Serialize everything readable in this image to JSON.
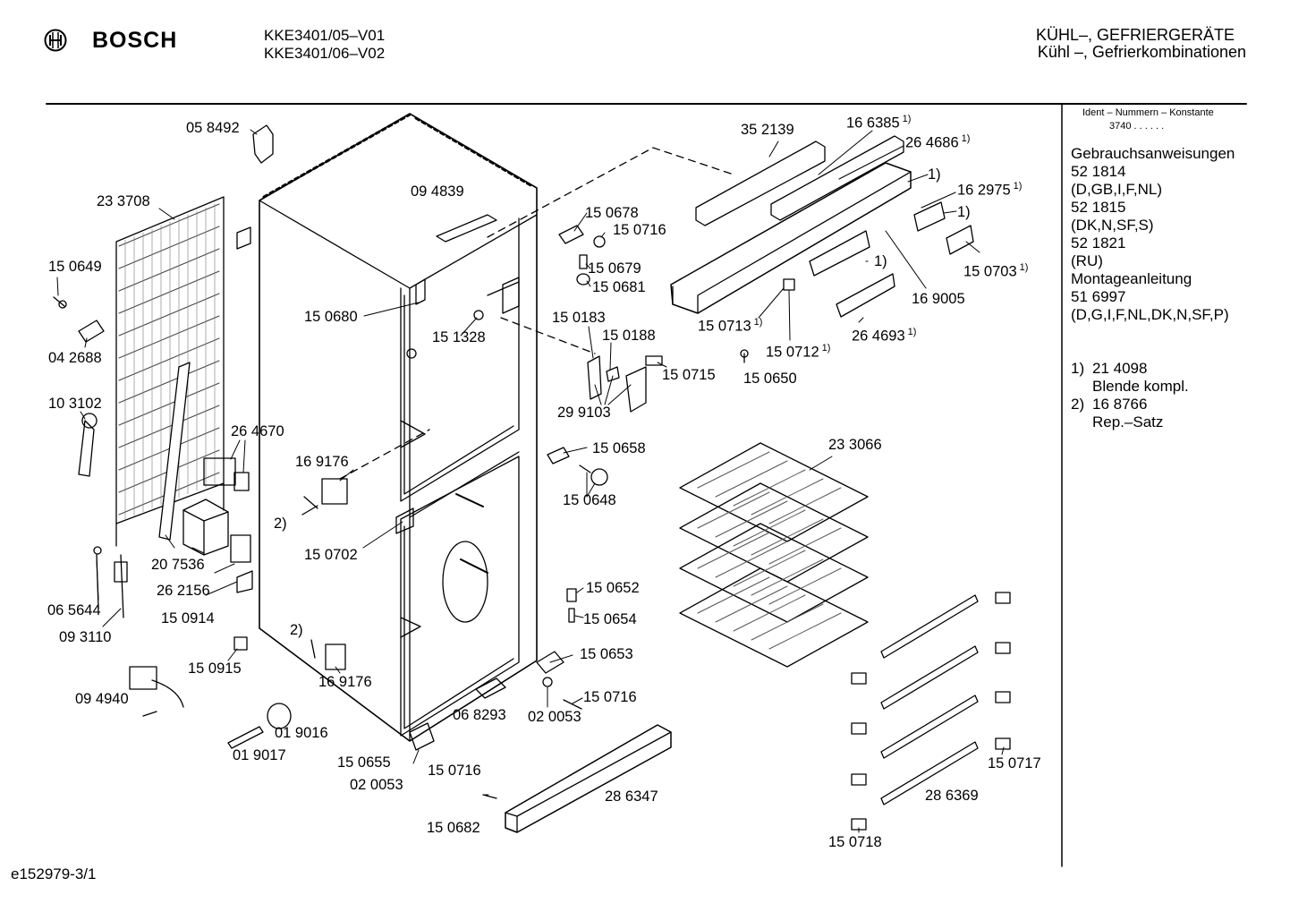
{
  "header": {
    "brand": "BOSCH",
    "models": [
      "KKE3401/05–V01",
      "KKE3401/06–V02"
    ],
    "category_line1": "KÜHL–, GEFRIERGERÄTE",
    "category_line2": "Kühl –, Gefrierkombinationen"
  },
  "sidebar": {
    "ident_title": "Ident – Nummern – Konstante",
    "ident_value": "3740  .  .  .  .  .  .",
    "lines": [
      "Gebrauchsanweisungen",
      "52 1814",
      "(D,GB,I,F,NL)",
      "52 1815",
      "(DK,N,SF,S)",
      "52 1821",
      "(RU)",
      "Montageanleitung",
      "51 6997",
      "(D,G,I,F,NL,DK,N,SF,P)"
    ],
    "footnotes": [
      {
        "mark": "1)",
        "number": "21 4098",
        "text": "Blende kompl."
      },
      {
        "mark": "2)",
        "number": "16 8766",
        "text": "Rep.–Satz"
      }
    ]
  },
  "footer": {
    "drawing_id": "e152979-3/1"
  },
  "parts": [
    {
      "id": "058492",
      "text": "05 8492"
    },
    {
      "id": "233708",
      "text": "23 3708"
    },
    {
      "id": "150649",
      "text": "15 0649"
    },
    {
      "id": "042688",
      "text": "04 2688"
    },
    {
      "id": "103102",
      "text": "10 3102"
    },
    {
      "id": "264670",
      "text": "26 4670"
    },
    {
      "id": "207536",
      "text": "20 7536"
    },
    {
      "id": "262156",
      "text": "26 2156"
    },
    {
      "id": "065644",
      "text": "06 5644"
    },
    {
      "id": "093110",
      "text": "09 3110"
    },
    {
      "id": "150914",
      "text": "15 0914"
    },
    {
      "id": "150915",
      "text": "15 0915"
    },
    {
      "id": "094940",
      "text": "09 4940"
    },
    {
      "id": "019016",
      "text": "01 9016"
    },
    {
      "id": "019017",
      "text": "01 9017"
    },
    {
      "id": "094839",
      "text": "09 4839"
    },
    {
      "id": "150680",
      "text": "15 0680"
    },
    {
      "id": "151328",
      "text": "15 1328"
    },
    {
      "id": "169176a",
      "text": "16 9176"
    },
    {
      "id": "note2a",
      "text": "2)"
    },
    {
      "id": "150702",
      "text": "15 0702"
    },
    {
      "id": "note2b",
      "text": "2)"
    },
    {
      "id": "169176b",
      "text": "16 9176"
    },
    {
      "id": "150655",
      "text": "15 0655"
    },
    {
      "id": "020053a",
      "text": "02 0053"
    },
    {
      "id": "150716a",
      "text": "15 0716"
    },
    {
      "id": "150682",
      "text": "15 0682"
    },
    {
      "id": "068293",
      "text": "06 8293"
    },
    {
      "id": "020053b",
      "text": "02 0053"
    },
    {
      "id": "150716b",
      "text": "15 0716"
    },
    {
      "id": "150653",
      "text": "15 0653"
    },
    {
      "id": "150652",
      "text": "15 0652"
    },
    {
      "id": "150654",
      "text": "15 0654"
    },
    {
      "id": "150658",
      "text": "15 0658"
    },
    {
      "id": "150648",
      "text": "15 0648"
    },
    {
      "id": "150678",
      "text": "15 0678"
    },
    {
      "id": "150716c",
      "text": "15 0716"
    },
    {
      "id": "150679",
      "text": "15 0679"
    },
    {
      "id": "150681",
      "text": "15 0681"
    },
    {
      "id": "150183",
      "text": "15 0183"
    },
    {
      "id": "150188",
      "text": "15 0188"
    },
    {
      "id": "299103",
      "text": "29 9103"
    },
    {
      "id": "150715",
      "text": "15 0715"
    },
    {
      "id": "150650",
      "text": "15 0650"
    },
    {
      "id": "352139",
      "text": "35 2139"
    },
    {
      "id": "166385",
      "text": "16 6385",
      "note": "1)"
    },
    {
      "id": "264686",
      "text": "26 4686",
      "note": "1)"
    },
    {
      "id": "note1a",
      "text": "1)"
    },
    {
      "id": "162975",
      "text": "16 2975",
      "note": "1)"
    },
    {
      "id": "note1b",
      "text": "1)"
    },
    {
      "id": "150703",
      "text": "15 0703",
      "note": "1)"
    },
    {
      "id": "169005",
      "text": "16 9005"
    },
    {
      "id": "note1c",
      "text": "1)"
    },
    {
      "id": "150713",
      "text": "15 0713",
      "note": "1)"
    },
    {
      "id": "150712",
      "text": "15 0712",
      "note": "1)"
    },
    {
      "id": "264693",
      "text": "26 4693",
      "note": "1)"
    },
    {
      "id": "233066",
      "text": "23 3066"
    },
    {
      "id": "286347",
      "text": "28 6347"
    },
    {
      "id": "286369",
      "text": "28 6369"
    },
    {
      "id": "150717",
      "text": "15 0717"
    },
    {
      "id": "150718",
      "text": "15 0718"
    }
  ]
}
